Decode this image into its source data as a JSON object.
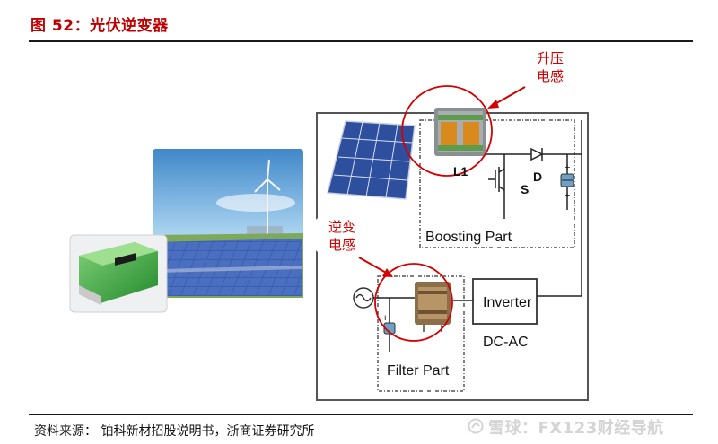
{
  "figure": {
    "title": "图 52：光伏逆变器",
    "source": "资料来源：  铂科新材招股说明书，浙商证券研究所"
  },
  "diagram": {
    "boosting_part_label": "Boosting Part",
    "filter_part_label": "Filter Part",
    "inverter_label": "Inverter",
    "dc_ac_label": "DC-AC",
    "l1_label": "L1",
    "s_label": "S",
    "d_label": "D",
    "plus_top": "+",
    "plus_mid": "+",
    "plus_bottom": "+"
  },
  "annotations": {
    "boost_inductor_line1": "升压",
    "boost_inductor_line2": "电感",
    "inverter_inductor_line1": "逆变",
    "inverter_inductor_line2": "电感"
  },
  "watermark": {
    "text": "雪球：FX123财经导航"
  },
  "colors": {
    "title_red": "#c00000",
    "annotation_red": "#d40000",
    "border_gray": "#555555",
    "panel_blue": "#2e4f9e",
    "inverter_green": "#3aa33a",
    "watermark_gray": "#d4d4d4"
  }
}
